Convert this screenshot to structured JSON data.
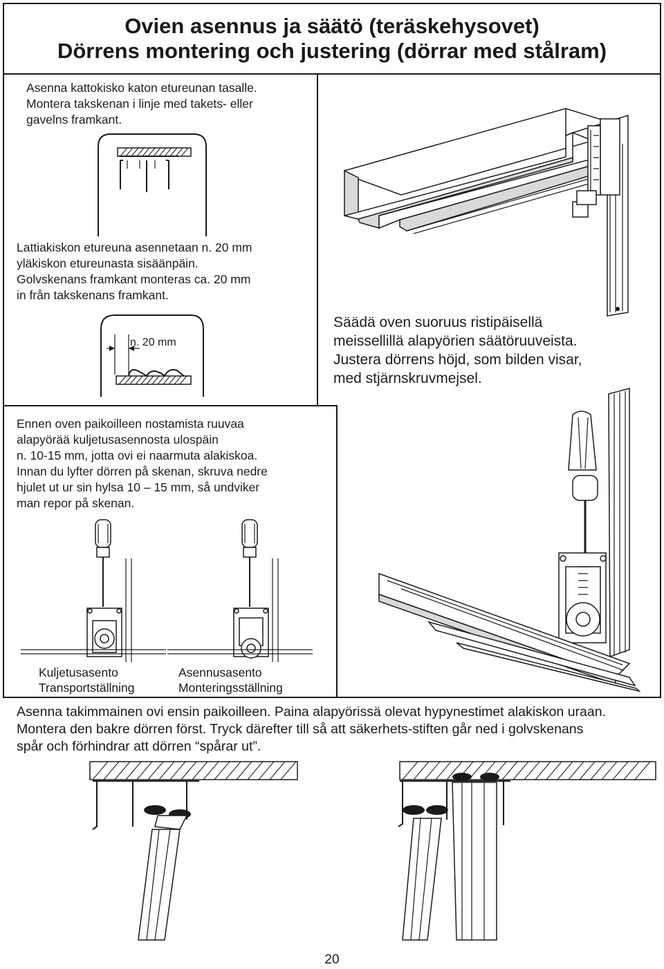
{
  "header": {
    "title_fi": "Ovien asennus ja säätö (teräskehysovet)",
    "title_sv": "Dörrens montering och justering (dörrar med stålram)"
  },
  "section_top_rail": {
    "lines": [
      "Asenna kattokisko katon etureunan tasalle.",
      "Montera takskenan i linje med takets- eller",
      "gavelns framkant."
    ]
  },
  "section_floor_rail": {
    "lines": [
      "Lattiakiskon etureuna asennetaan n. 20 mm",
      "yläkiskon etureunasta sisäänpäin.",
      "Golvskenans framkant monteras ca. 20 mm",
      "in från takskenans framkant."
    ],
    "dimension_label": "n. 20 mm"
  },
  "section_adjust": {
    "lines": [
      "Säädä oven suoruus ristipäisellä",
      "meissellillä alapyörien säätöruuveista.",
      "Justera dörrens höjd, som bilden visar,",
      "med stjärnskruvmejsel."
    ]
  },
  "section_transport": {
    "lines": [
      "Ennen oven paikoilleen nostamista ruuvaa",
      "alapyörää kuljetusasennosta ulospäin",
      "n. 10-15 mm, jotta ovi ei naarmuta alakiskoa.",
      "Innan du lyfter dörren på skenan, skruva nedre",
      "hjulet ut ur sin hylsa 10 – 15 mm, så undviker",
      "man repor på skenan."
    ],
    "caption_left": [
      "Kuljetusasento",
      "Transportställning"
    ],
    "caption_right": [
      "Asennusasento",
      "Monteringsställning"
    ]
  },
  "section_install": {
    "lines": [
      "Asenna takimmainen ovi ensin paikoilleen. Paina alapyörissä olevat hypynestimet alakiskon uraan.",
      "Montera den bakre dörren först. Tryck därefter till så att säkerhets-stiften går ned i golvskenans",
      "spår och förhindrar att dörren “spårar ut”."
    ]
  },
  "footer": {
    "page_number": "20"
  }
}
